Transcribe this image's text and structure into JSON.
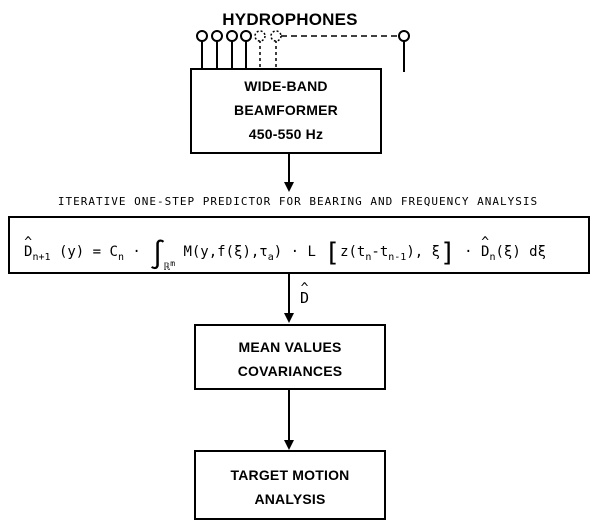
{
  "hydrophones": {
    "label": "HYDROPHONES"
  },
  "beamformer": {
    "line1": "WIDE-BAND",
    "line2": "BEAMFORMER",
    "line3": "450-550 Hz"
  },
  "predictor_caption": "ITERATIVE ONE-STEP PREDICTOR FOR BEARING AND FREQUENCY ANALYSIS",
  "equation": {
    "lhs_D": "D",
    "lhs_sub": "n+1",
    "lhs_arg": "(y) = C",
    "cn_sub": "n",
    "dot1": "·",
    "integral_sub": "ℝ",
    "integral_sup": "m",
    "term_M": "M(y,f(ξ),τ",
    "tau_sub": "a",
    "term_M_close": ")",
    "dot2": "·",
    "term_L": "L",
    "bracket_open": "[",
    "z_term": "z(t",
    "t_n_sub": "n",
    "minus": "-t",
    "t_n1_sub": "n-1",
    "z_close": "), ξ",
    "bracket_close": "]",
    "dot3": "·",
    "rhs_D": "D",
    "rhs_sub": "n",
    "rhs_arg": "(ξ) dξ"
  },
  "dhat_label": "D",
  "mean_values": {
    "line1": "MEAN VALUES",
    "line2": "COVARIANCES"
  },
  "target_motion": {
    "line1": "TARGET MOTION",
    "line2": "ANALYSIS"
  }
}
